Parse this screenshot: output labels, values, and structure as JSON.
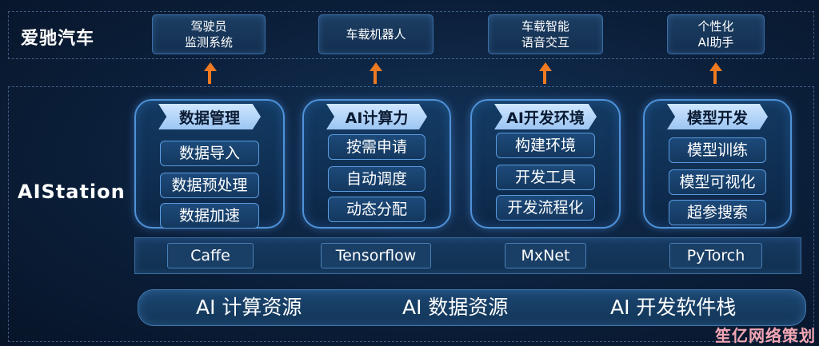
{
  "top_label": "爱驰汽车",
  "side_label": "AIStation",
  "apps": [
    {
      "line1": "驾驶员",
      "line2": "监测系统"
    },
    {
      "line1": "车载机器人",
      "line2": ""
    },
    {
      "line1": "车载智能",
      "line2": "语音交互"
    },
    {
      "line1": "个性化",
      "line2": "AI助手"
    }
  ],
  "modules": [
    {
      "title": "数据管理",
      "items": [
        "数据导入",
        "数据预处理",
        "数据加速"
      ]
    },
    {
      "title": "AI计算力",
      "items": [
        "按需申请",
        "自动调度",
        "动态分配"
      ]
    },
    {
      "title": "AI开发环境",
      "items": [
        "构建环境",
        "开发工具",
        "开发流程化"
      ]
    },
    {
      "title": "模型开发",
      "items": [
        "模型训练",
        "模型可视化",
        "超参搜索"
      ]
    }
  ],
  "frameworks": [
    "Caffe",
    "Tensorflow",
    "MxNet",
    "PyTorch"
  ],
  "resources": [
    "AI 计算资源",
    "AI 数据资源",
    "AI 开发软件栈"
  ],
  "watermark": "笙亿网络策划",
  "colors": {
    "arrow": "#f07a22",
    "background": "#0b1f3a",
    "ribbon": "#cfe6ff"
  }
}
